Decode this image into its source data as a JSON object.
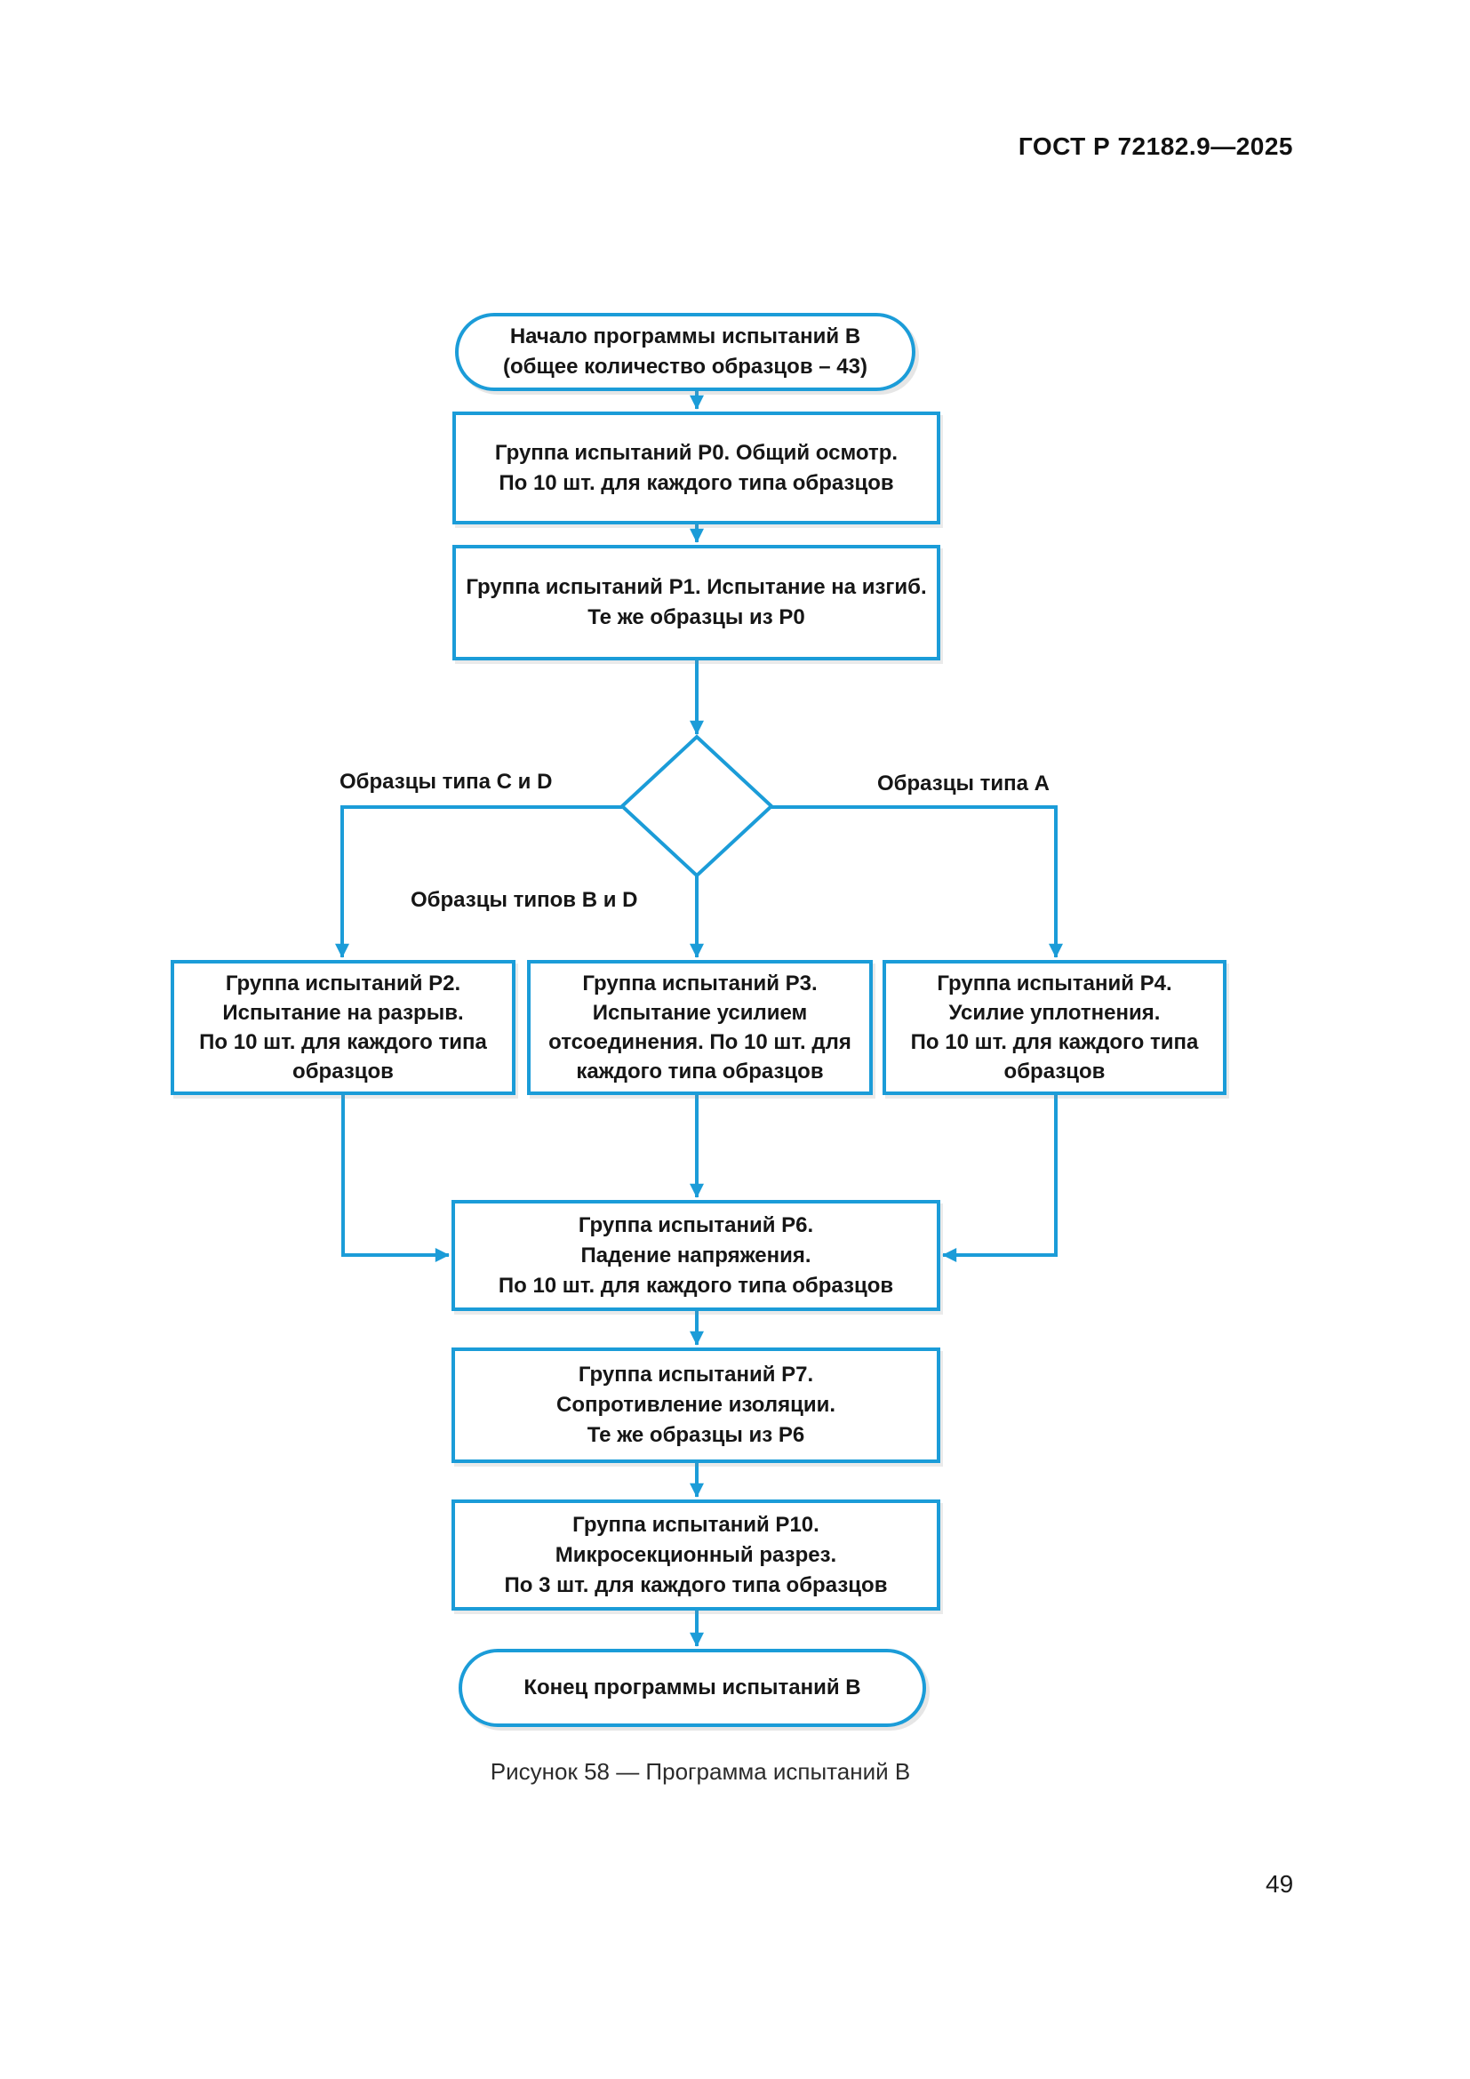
{
  "page": {
    "header": "ГОСТ Р 72182.9—2025",
    "caption": "Рисунок 58 — Программа испытаний В",
    "page_number": "49"
  },
  "colors": {
    "line_blue": "#1b9cd8",
    "text": "#161616"
  },
  "flowchart": {
    "start": {
      "lines": [
        "Начало программы испытаний В",
        "(общее количество образцов – 43)"
      ]
    },
    "p0": {
      "lines": [
        "Группа испытаний Р0. Общий осмотр.",
        "По 10 шт. для каждого типа образцов"
      ]
    },
    "p1": {
      "lines": [
        "Группа испытаний Р1. Испытание на изгиб.",
        "Те же образцы из Р0"
      ]
    },
    "branch_labels": {
      "left": "Образцы типа С и D",
      "right": "Образцы типа А",
      "bottom": "Образцы типов В и D"
    },
    "p2": {
      "lines": [
        "Группа испытаний Р2.",
        "Испытание на разрыв.",
        "По 10 шт. для каждого  типа",
        "образцов"
      ]
    },
    "p3": {
      "lines": [
        "Группа испытаний Р3.",
        "Испытание усилием",
        "отсоединения. По 10 шт. для",
        "каждого типа  образцов"
      ]
    },
    "p4": {
      "lines": [
        "Группа испытаний Р4.",
        "Усилие уплотнения.",
        "По 10 шт. для каждого  типа",
        "образцов"
      ]
    },
    "p6": {
      "lines": [
        "Группа испытаний Р6.",
        "Падение напряжения.",
        "По 10 шт. для каждого типа образцов"
      ]
    },
    "p7": {
      "lines": [
        "Группа испытаний Р7.",
        "Сопротивление изоляции.",
        "Те же образцы из Р6"
      ]
    },
    "p10": {
      "lines": [
        "Группа испытаний Р10.",
        "Микросекционный разрез.",
        "По 3 шт. для каждого типа образцов"
      ]
    },
    "end": {
      "lines": [
        "Конец программы испытаний В"
      ]
    },
    "edges": [
      {
        "from": "start",
        "to": "p0"
      },
      {
        "from": "p0",
        "to": "p1"
      },
      {
        "from": "p1",
        "to": "decision"
      },
      {
        "from": "decision",
        "to": "p2",
        "label": "Образцы типа С и D"
      },
      {
        "from": "decision",
        "to": "p3",
        "label": "Образцы типов В и D"
      },
      {
        "from": "decision",
        "to": "p4",
        "label": "Образцы типа А"
      },
      {
        "from": "p2",
        "to": "p6"
      },
      {
        "from": "p3",
        "to": "p6"
      },
      {
        "from": "p4",
        "to": "p6"
      },
      {
        "from": "p6",
        "to": "p7"
      },
      {
        "from": "p7",
        "to": "p10"
      },
      {
        "from": "p10",
        "to": "end"
      }
    ]
  }
}
